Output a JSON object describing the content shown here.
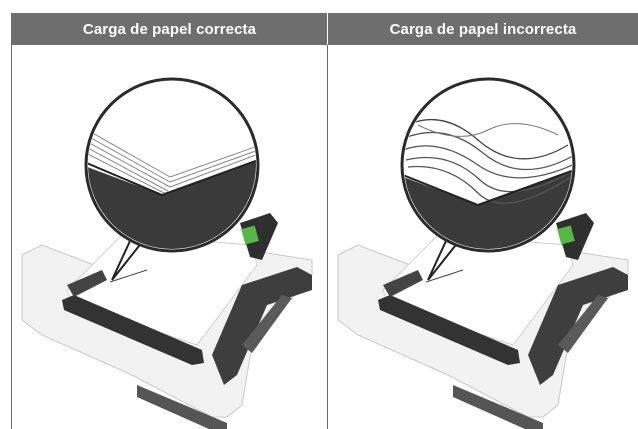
{
  "table": {
    "headers": [
      {
        "label": "Carga de papel correcta"
      },
      {
        "label": "Carga de papel incorrecta"
      }
    ],
    "cells": [
      {
        "image": "paper-tray-correct-illustration"
      },
      {
        "image": "paper-tray-incorrect-illustration"
      }
    ]
  },
  "colors": {
    "header_bg": "#6e6e6e",
    "header_text": "#ffffff",
    "tray_dark": "#3a3a3a",
    "guide_green": "#57b847"
  }
}
